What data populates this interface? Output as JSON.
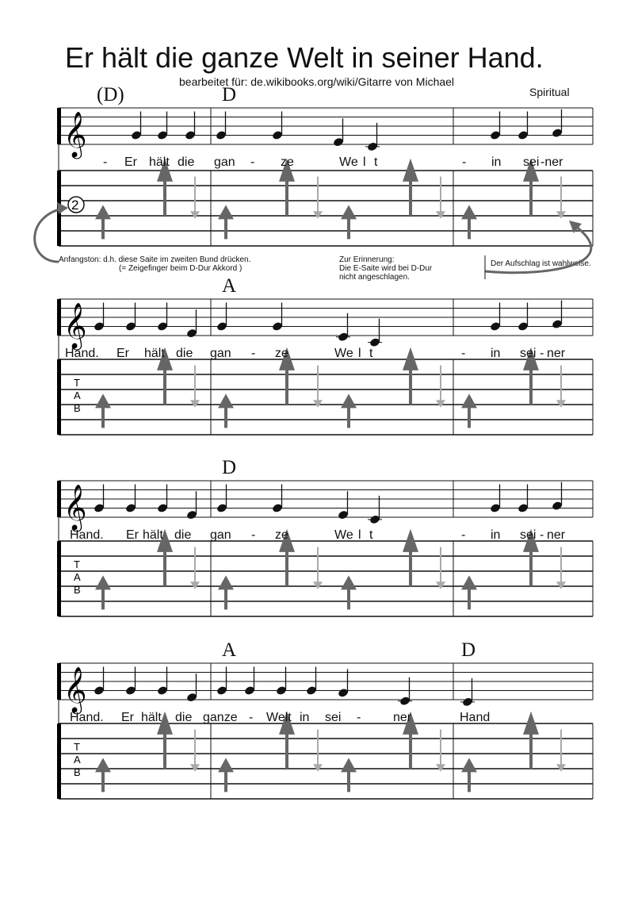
{
  "title": "Er hält die ganze Welt in seiner Hand.",
  "subtitle": "bearbeitet für: de.wikibooks.org/wiki/Gitarre von Michael",
  "style": "Spiritual",
  "notes": {
    "left": [
      "Anfangston: d.h. diese Saite im zweiten Bund drücken.",
      "(=  Zeigefinger beim D-Dur Akkord )"
    ],
    "middle": [
      "Zur Erinnerung:",
      "Die E-Saite wird bei D-Dur",
      "nicht angeschlagen."
    ],
    "right": "Der Aufschlag ist wahlweise."
  },
  "string_marker": "2",
  "tab_letters": [
    "T",
    "A",
    "B"
  ],
  "systems": [
    {
      "chords": [
        "(D)",
        "D",
        "",
        ""
      ],
      "lyrics": [
        "-",
        "Er",
        "hält",
        "die",
        "gan",
        "-",
        "ze",
        "We",
        "l",
        "t",
        "-",
        "in",
        "sei",
        "-ner"
      ]
    },
    {
      "chords": [
        "",
        "A",
        "",
        ""
      ],
      "lyrics": [
        "Hand.",
        "Er",
        "hält",
        "die",
        "gan",
        "-",
        "ze",
        "We",
        "l",
        "t",
        "-",
        "in",
        "sei",
        "-",
        "ner"
      ]
    },
    {
      "chords": [
        "",
        "D",
        "",
        ""
      ],
      "lyrics": [
        "Hand.",
        "Er",
        "hält",
        "die",
        "gan",
        "-",
        "ze",
        "We",
        "l",
        "t",
        "-",
        "in",
        "sei",
        "-",
        "ner"
      ]
    },
    {
      "chords": [
        "",
        "A",
        "",
        "D"
      ],
      "lyrics": [
        "Hand.",
        "Er",
        "hält",
        "die",
        "ganze",
        "-",
        "Welt",
        "in",
        "sei",
        "-",
        "ner",
        "Hand"
      ]
    }
  ],
  "colors": {
    "ink": "#111111",
    "downstroke": "#666666",
    "upstroke": "#aaaaaa"
  }
}
